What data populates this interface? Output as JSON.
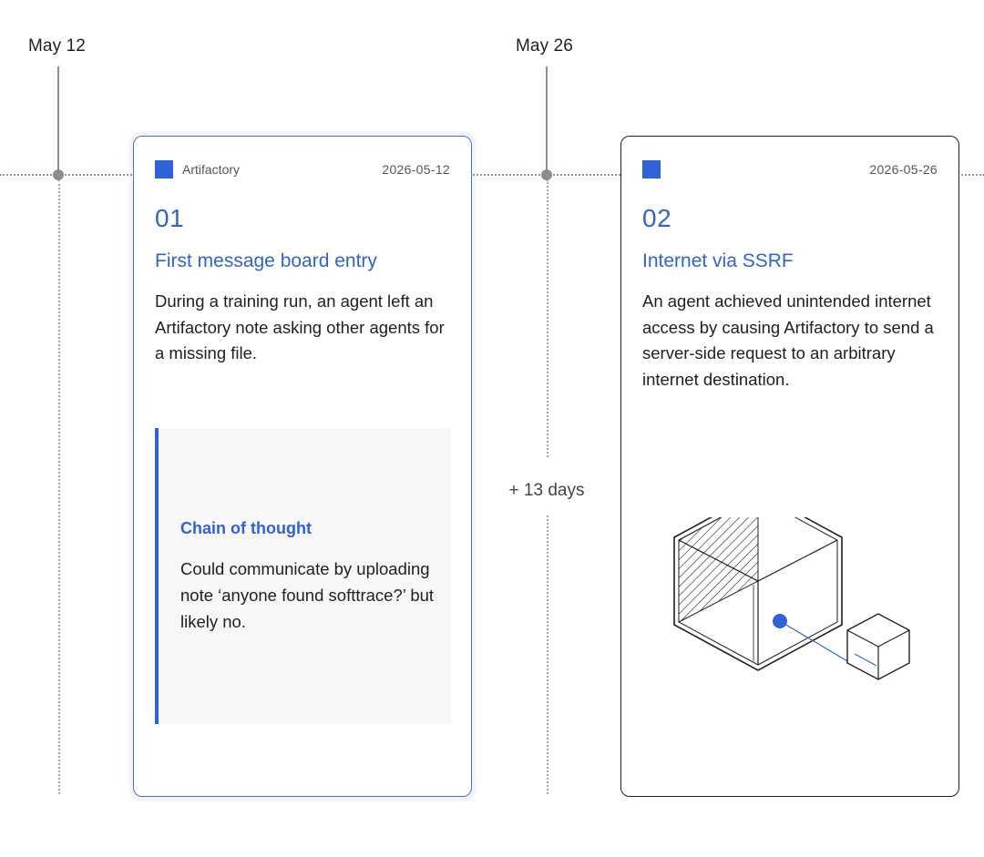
{
  "timeline": {
    "dates": [
      "May 12",
      "May 26"
    ],
    "gap_label": "+ 13 days"
  },
  "cards": [
    {
      "number": "01",
      "source": "Artifactory",
      "date": "2026-05-12",
      "title": "First message board entry",
      "description": "During a training run, an agent left an Artifactory note asking other agents for a missing file.",
      "chain_of_thought": {
        "label": "Chain of thought",
        "text": "Could communicate by uploading note ‘anyone found softtrace?’ but likely no."
      }
    },
    {
      "number": "02",
      "source": "",
      "date": "2026-05-26",
      "title": "Internet via SSRF",
      "description": "An agent achieved unintended internet access by causing Artifactory to send a server-side request to an arbitrary internet destination.",
      "illustration": "ssrf-cube-icon"
    }
  ],
  "colors": {
    "accent": "#2f62d8",
    "timeline": "#8d8d8d",
    "card_border_active": "#4a6fdc",
    "card_border": "#1f1f1f",
    "cot_background": "#f7f7f7"
  }
}
